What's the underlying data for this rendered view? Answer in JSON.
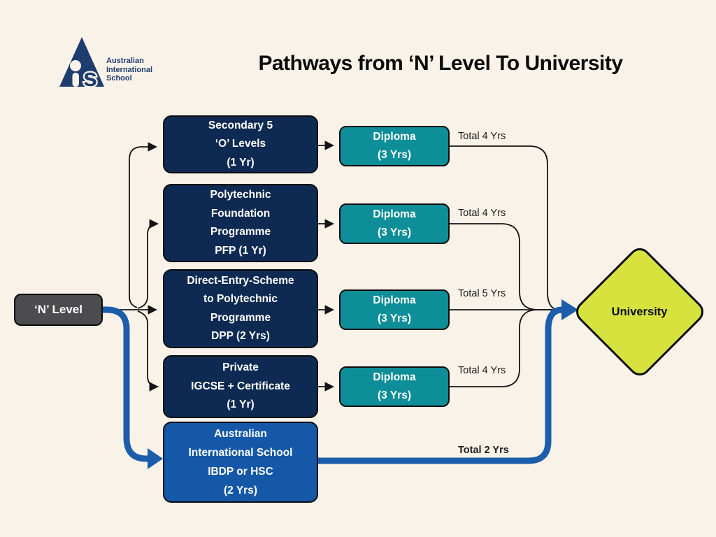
{
  "logo": {
    "mark": "ais-triangle-is-logo",
    "lines": [
      "Australian",
      "International",
      "School"
    ]
  },
  "title": "Pathways from ‘N’ Level To University",
  "flow": {
    "start_label": "‘N’ Level",
    "end_label": "University",
    "rows": [
      {
        "program": [
          "Secondary 5",
          "‘O’ Levels",
          "(1 Yr)"
        ],
        "diploma": [
          "Diploma",
          "(3 Yrs)"
        ],
        "total": "Total 4 Yrs"
      },
      {
        "program": [
          "Polytechnic",
          "Foundation",
          "Programme",
          "PFP (1 Yr)"
        ],
        "diploma": [
          "Diploma",
          "(3 Yrs)"
        ],
        "total": "Total 4 Yrs"
      },
      {
        "program": [
          "Direct-Entry-Scheme",
          "to Polytechnic",
          "Programme",
          "DPP (2 Yrs)"
        ],
        "diploma": [
          "Diploma",
          "(3 Yrs)"
        ],
        "total": "Total 5 Yrs"
      },
      {
        "program": [
          "Private",
          "IGCSE + Certificate",
          "(1 Yr)"
        ],
        "diploma": [
          "Diploma",
          "(3 Yrs)"
        ],
        "total": "Total 4 Yrs"
      },
      {
        "program": [
          "Australian",
          "International School",
          "IBDP or HSC",
          "(2 Yrs)"
        ],
        "total": "Total 2 Yrs",
        "highlighted": true
      }
    ]
  },
  "colors": {
    "background": "#f8f2e9",
    "program_navy": "#0e2a52",
    "diploma_teal": "#0e8e98",
    "ais_blue": "#1458a7",
    "arrow_blue": "#1b5cab",
    "start_gray": "#4c4c4e",
    "university_green": "#d7e23f",
    "connector_black": "#141414",
    "logo_navy": "#1e3c6d"
  }
}
